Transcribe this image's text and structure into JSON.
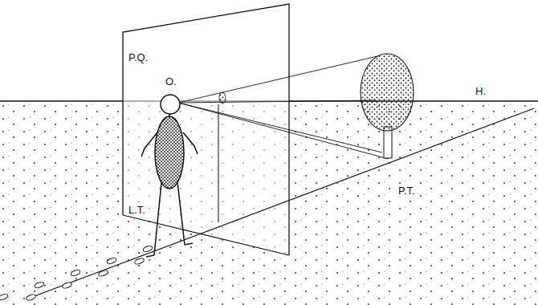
{
  "diagram": {
    "labels": [
      "P.Q.",
      "O.",
      "H.",
      "L.T.",
      "P.T."
    ]
  }
}
